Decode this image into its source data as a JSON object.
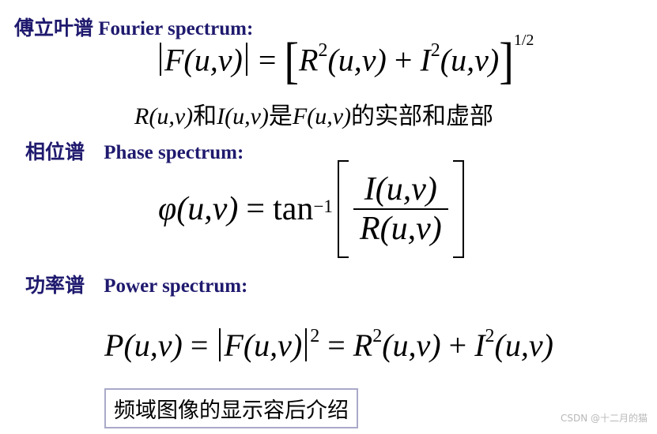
{
  "sections": {
    "fourier": {
      "zh": "傅立叶谱",
      "en": "Fourier spectrum:"
    },
    "phase": {
      "zh": "相位谱",
      "en": "Phase spectrum:"
    },
    "power": {
      "zh": "功率谱",
      "en": "Power spectrum:"
    }
  },
  "equations": {
    "fourier_lhs": "F(u,v)",
    "fourier_eq": "=",
    "fourier_R2": "R",
    "fourier_I2": "I",
    "fourier_args": "(u,v)",
    "fourier_plus": "+",
    "fourier_sq": "2",
    "fourier_exp": "1/2",
    "phase_phi": "φ",
    "phase_args": "(u,v)",
    "phase_eq": "=",
    "phase_tan": "tan",
    "phase_inv": "−1",
    "phase_num": "I(u,v)",
    "phase_den": "R(u,v)",
    "power_P": "P",
    "power_args": "(u,v)",
    "power_eq": "=",
    "power_F": "F(u,v)",
    "power_sq": "2",
    "power_R": "R",
    "power_I": "I",
    "power_plus": "+"
  },
  "caption": {
    "R": "R(u,v)",
    "and": "和",
    "I": "I(u,v)",
    "is": "是",
    "F": "F(u,v)",
    "rest": "的实部和虚部"
  },
  "box_label": "频域图像的显示容后介绍",
  "watermark": "CSDN @十二月的猫",
  "colors": {
    "heading": "#1f1a6e",
    "box_border": "#a9a9c9",
    "watermark": "#b8b8b8"
  }
}
